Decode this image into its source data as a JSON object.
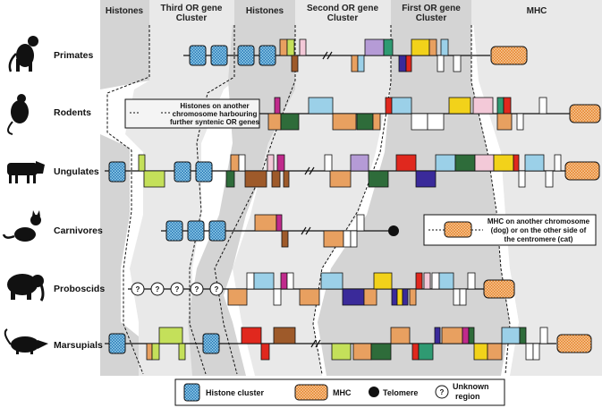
{
  "headers": {
    "histones_1": "Histones",
    "third_or_1": "Third OR gene",
    "third_or_2": "Cluster",
    "histones_2": "Histones",
    "second_or_1": "Second OR gene",
    "second_or_2": "Cluster",
    "first_or_1": "First OR gene",
    "first_or_2": "Cluster",
    "mhc": "MHC"
  },
  "species": {
    "primates": "Primates",
    "rodents": "Rodents",
    "ungulates": "Ungulates",
    "carnivores": "Carnivores",
    "proboscids": "Proboscids",
    "marsupials": "Marsupials"
  },
  "notes": {
    "rodent_histones_1": "Histones on another",
    "rodent_histones_2": "chromosome harbouring",
    "rodent_histones_3": "further syntenic OR genes",
    "carnivore_mhc_1": "MHC on another chromosome",
    "carnivore_mhc_2": "(dog) or on the other side of",
    "carnivore_mhc_3": "the centromere (cat)"
  },
  "unknown_mark": "?",
  "legend": {
    "histone_cluster": "Histone cluster",
    "mhc": "MHC",
    "telomere": "Telomere",
    "unknown_1": "Unknown",
    "unknown_2": "region"
  },
  "colors": {
    "histone_fill": "#9fd8f0",
    "mhc_fill": "#f3b27a",
    "region_grey": "#d4d4d4",
    "region_light": "#e9e9e9",
    "gene_palette": [
      "#e8a060",
      "#9bd0e8",
      "#f3c9d8",
      "#b59bd6",
      "#f2d21a",
      "#9e5a2a",
      "#2e6c3a",
      "#3a2a9a",
      "#e0281e",
      "#c4e05a",
      "#c02a8c",
      "#2f9a72",
      "#ffffff"
    ]
  }
}
